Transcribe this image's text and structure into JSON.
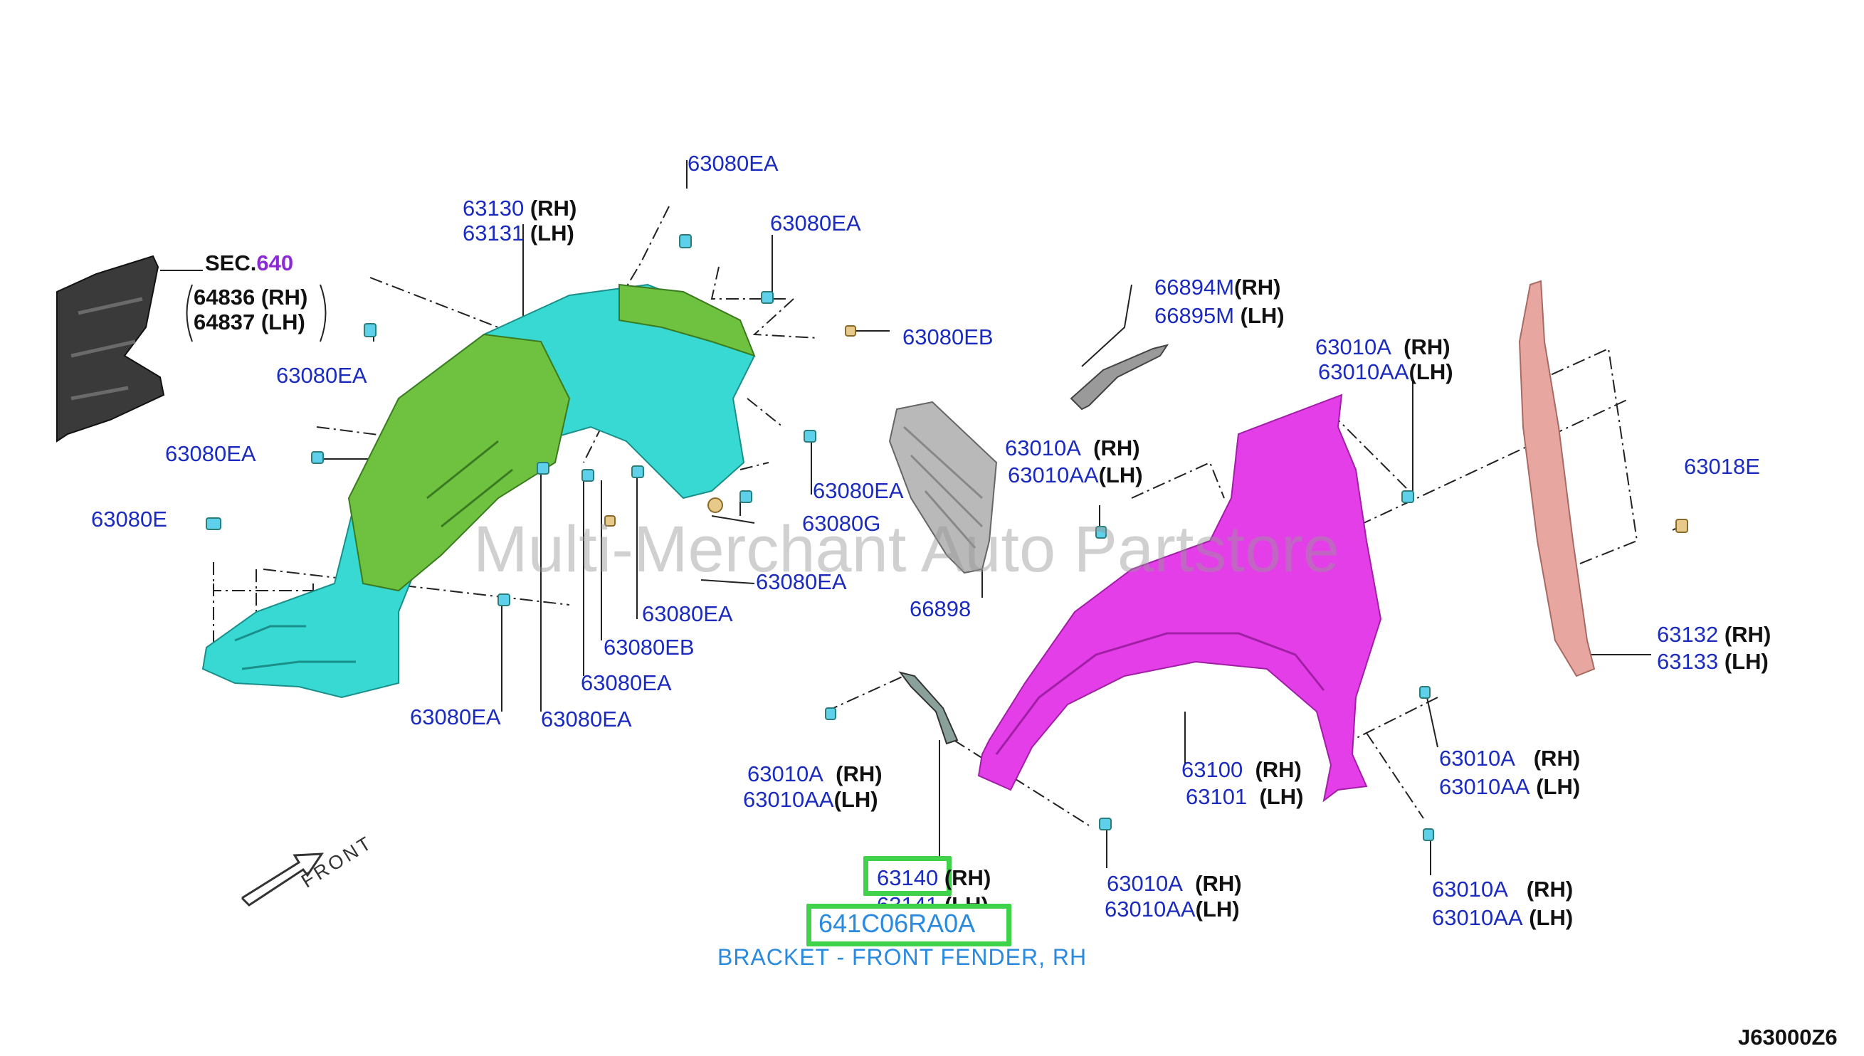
{
  "diagram": {
    "code": "J63000Z6",
    "watermark": "Multi-Merchant Auto Partstore",
    "front_label": "FRONT",
    "highlight": {
      "part_number": "641C06RA0A",
      "description": "BRACKET - FRONT FENDER, RH"
    },
    "sec": {
      "prefix": "SEC.",
      "number": "640"
    },
    "labels": {
      "c63130": "63130",
      "c63131": "63131",
      "c64836": "64836",
      "c64837": "64837",
      "ea_top1": "63080EA",
      "ea_top2": "63080EA",
      "eb_right": "63080EB",
      "ea_left1": "63080EA",
      "ea_left2": "63080EA",
      "e_left": "63080E",
      "ea_mid1": "63080EA",
      "g_mid": "63080G",
      "ea_mid2": "63080EA",
      "ea_mid3": "63080EA",
      "eb_mid": "63080EB",
      "ea_mid4": "63080EA",
      "ea_bot1": "63080EA",
      "ea_bot2": "63080EA",
      "c66898": "66898",
      "c66894m": "66894M",
      "c66895m": "66895M",
      "a_fender_top": "63010A",
      "aa_fender_top": "63010AA",
      "a_right_top": "63010A",
      "aa_right_top": "63010AA",
      "c63018e": "63018E",
      "c63132": "63132",
      "c63133": "63133",
      "a_br_left": "63010A",
      "aa_br_left": "63010AA",
      "c63100": "63100",
      "c63101": "63101",
      "a_right_mid": "63010A",
      "aa_right_mid": "63010AA",
      "c63140": "63140",
      "c63141": "63141",
      "a_bot_mid": "63010A",
      "aa_bot_mid": "63010AA",
      "a_bot_right": "63010A",
      "aa_bot_right": "63010AA"
    },
    "sides": {
      "rh": "(RH)",
      "lh": "(LH)"
    },
    "colors": {
      "liner_cyan": "#37d9d2",
      "liner_green": "#6fc23f",
      "fender_magenta": "#e33ee8",
      "shield_dark": "#3a3a3a",
      "protector_gray": "#b9b9b9",
      "seal_pink": "#e8a6a0",
      "highlight_green": "#3fd24a"
    }
  }
}
